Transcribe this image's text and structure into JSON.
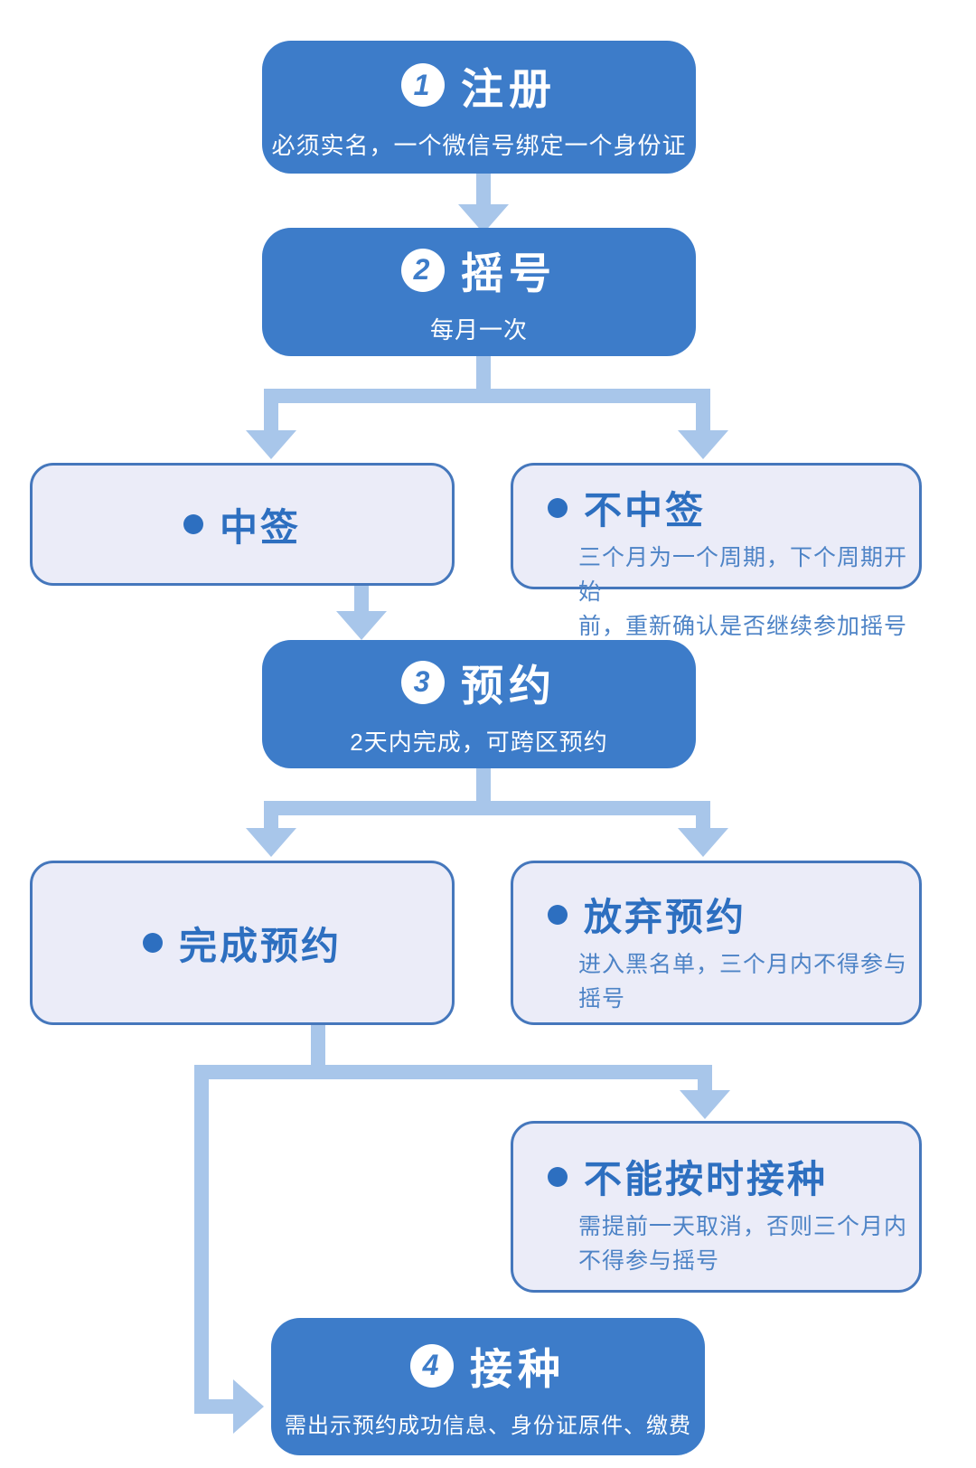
{
  "colors": {
    "step_box_fill": "#3d7cc9",
    "step_box_text": "#ffffff",
    "connector": "#a8c6ea",
    "outcome_fill": "#ebecf8",
    "outcome_border": "#4577bc",
    "outcome_title_text": "#2d6fc0",
    "outcome_desc_text": "#4d83c6"
  },
  "steps": [
    {
      "number": "1",
      "title": "注册",
      "subtitle": "必须实名，一个微信号绑定一个身份证"
    },
    {
      "number": "2",
      "title": "摇号",
      "subtitle": "每月一次"
    },
    {
      "number": "3",
      "title": "预约",
      "subtitle": "2天内完成，可跨区预约"
    },
    {
      "number": "4",
      "title": "接种",
      "subtitle": "需出示预约成功信息、身份证原件、缴费"
    }
  ],
  "outcomes": [
    {
      "title": "中签",
      "description": ""
    },
    {
      "title": "不中签",
      "description": "三个月为一个周期，下个周期开始\n前，重新确认是否继续参加摇号"
    },
    {
      "title": "完成预约",
      "description": ""
    },
    {
      "title": "放弃预约",
      "description": "进入黑名单，三个月内不得参与\n摇号"
    },
    {
      "title": "不能按时接种",
      "description": "需提前一天取消，否则三个月内\n不得参与摇号"
    }
  ]
}
